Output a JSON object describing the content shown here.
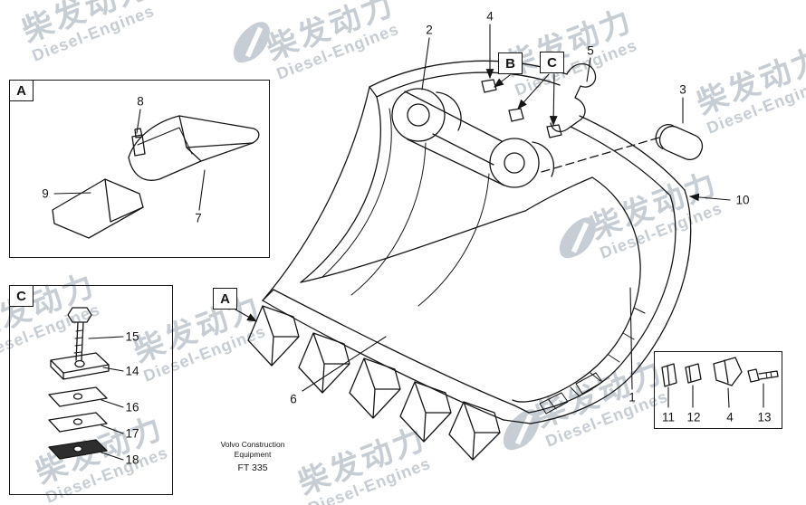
{
  "colors": {
    "line": "#161616",
    "watermark": "#c7cdd4"
  },
  "watermark": {
    "cn": "柴发动力",
    "en": "Diesel-Engines"
  },
  "refs": {
    "a": "A",
    "b": "B",
    "c": "C"
  },
  "parts": {
    "1": "1",
    "2": "2",
    "3": "3",
    "4": "4",
    "5": "5",
    "6": "6",
    "7": "7",
    "8": "8",
    "9": "9",
    "10": "10",
    "11": "11",
    "12": "12",
    "13": "13",
    "14": "14",
    "15": "15",
    "16": "16",
    "17": "17",
    "18": "18"
  },
  "footer": {
    "line1": "Volvo Construction",
    "line2": "Equipment",
    "doc": "FT 335"
  }
}
